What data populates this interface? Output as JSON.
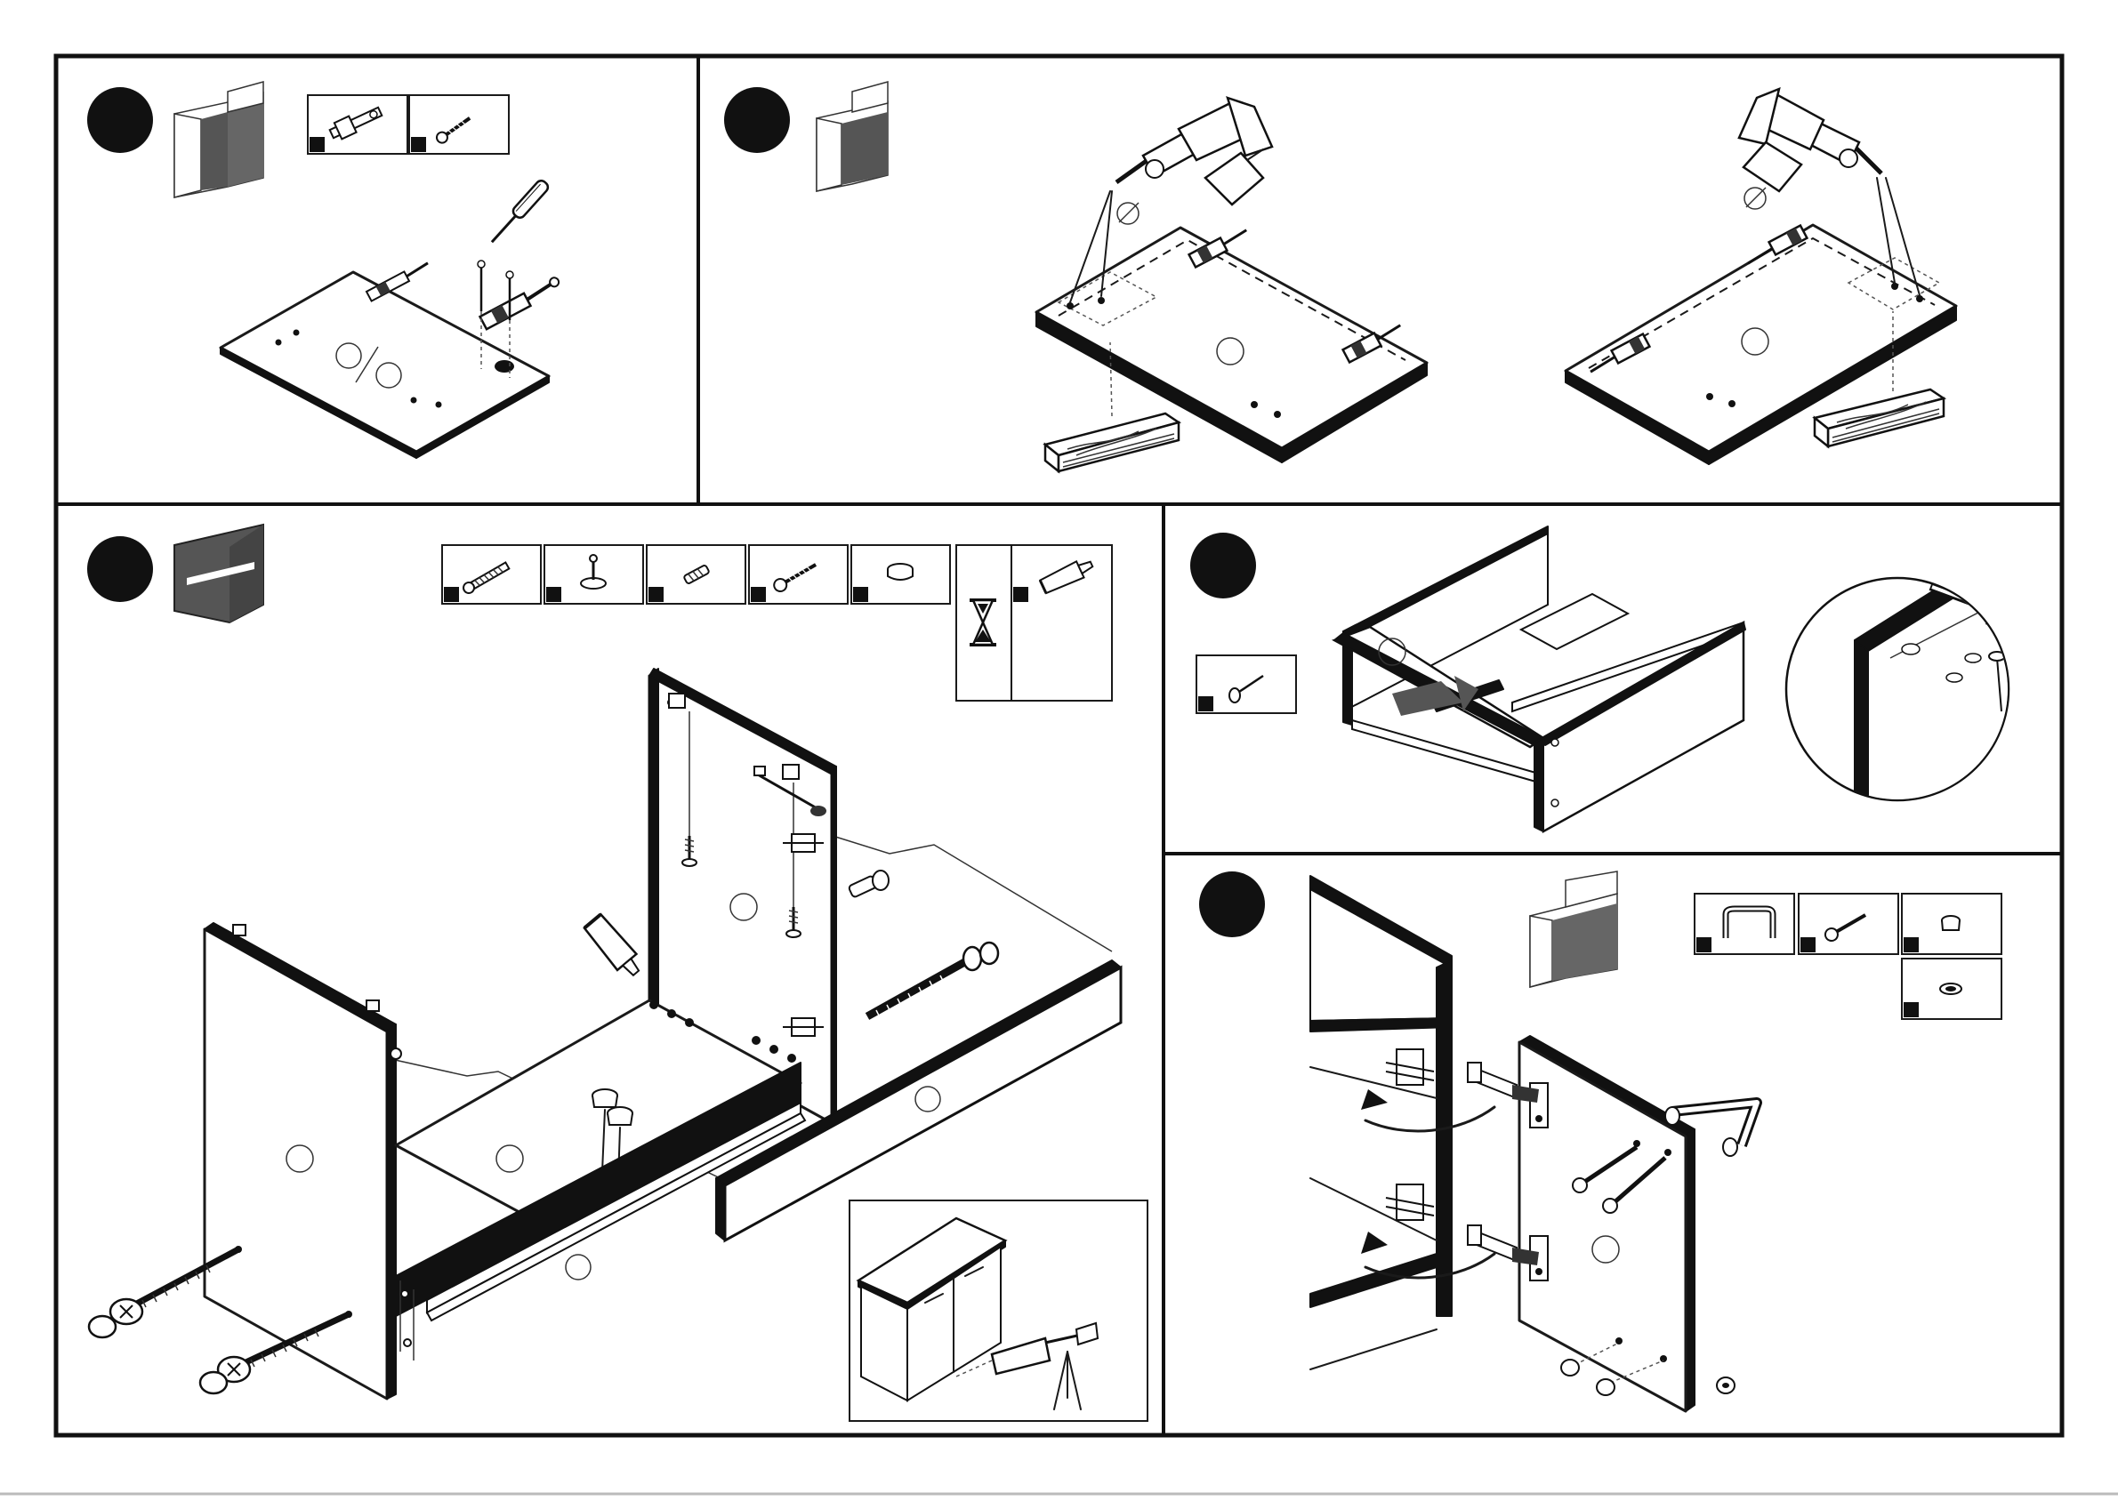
{
  "page": {
    "title": "",
    "background": "#ffffff",
    "ink": "#111111"
  },
  "steps": [
    {
      "id": "step-1",
      "icons": [
        "hinge-icon",
        "screw-icon"
      ],
      "tools": [
        "screwdriver-icon"
      ]
    },
    {
      "id": "step-2",
      "icons": [],
      "tools": [
        "drill-icon",
        "drill-icon",
        "wood-block-icon",
        "wood-block-icon"
      ]
    },
    {
      "id": "step-3",
      "icons": [
        "dowel-icon",
        "cam-bolt-icon",
        "wood-dowel-icon",
        "screw-icon",
        "cap-icon",
        "hourglass-icon",
        "glue-tube-icon"
      ],
      "tools": [
        "glue-tube-icon"
      ]
    },
    {
      "id": "step-4",
      "icons": [
        "nail-icon"
      ],
      "tools": [
        "hammer-icon"
      ]
    },
    {
      "id": "step-5",
      "icons": [
        "handle-icon",
        "screw-icon",
        "cap-icon",
        "bumper-icon"
      ],
      "tools": []
    }
  ],
  "inset": {
    "content": "sealant-gun-icon"
  }
}
